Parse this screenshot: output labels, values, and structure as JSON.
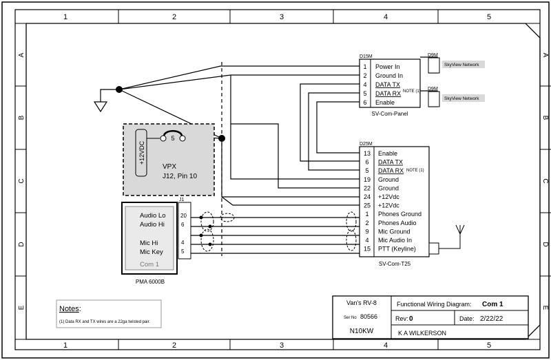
{
  "border": {
    "columns": [
      "1",
      "2",
      "3",
      "4",
      "5"
    ],
    "rows": [
      "A",
      "B",
      "C",
      "D",
      "E"
    ]
  },
  "panel_connector": {
    "ref": "D15M",
    "name": "SV-Com-Panel",
    "pins": [
      {
        "num": "1",
        "label": "Power In",
        "underline": false
      },
      {
        "num": "2",
        "label": "Ground In",
        "underline": false
      },
      {
        "num": "4",
        "label": "DATA TX",
        "underline": true
      },
      {
        "num": "5",
        "label": "DATA RX",
        "underline": true
      },
      {
        "num": "6",
        "label": "Enable",
        "underline": false
      }
    ],
    "note": "NOTE (1)",
    "network_connectors": [
      "D9M",
      "D9M"
    ],
    "network_labels": [
      "SkyView Network",
      "SkyView Network"
    ]
  },
  "t25_connector": {
    "ref": "D25M",
    "name": "SV-Com-T25",
    "pins": [
      {
        "num": "13",
        "label": "Enable",
        "underline": false
      },
      {
        "num": "6",
        "label": "DATA TX",
        "underline": true
      },
      {
        "num": "5",
        "label": "DATA RX",
        "underline": true
      },
      {
        "num": "19",
        "label": "Ground",
        "underline": false
      },
      {
        "num": "22",
        "label": "Ground",
        "underline": false
      },
      {
        "num": "24",
        "label": "+12Vdc",
        "underline": false
      },
      {
        "num": "25",
        "label": "+12Vdc",
        "underline": false
      },
      {
        "num": "1",
        "label": "Phones Ground",
        "underline": false
      },
      {
        "num": "2",
        "label": "Phones Audio",
        "underline": false
      },
      {
        "num": "9",
        "label": "Mic Ground",
        "underline": false
      },
      {
        "num": "4",
        "label": "Mic Audio In",
        "underline": false
      },
      {
        "num": "15",
        "label": "PTT (Keyline)",
        "underline": false
      }
    ],
    "note": "NOTE (1)"
  },
  "vpx": {
    "supply": "+12VDC",
    "fuse": "5",
    "title": "VPX",
    "subtitle": "J12, Pin 10"
  },
  "pma": {
    "connector": "J1",
    "labels": [
      "Audio Lo",
      "Audio Hi",
      "Mic Hi",
      "Mic Key",
      "Com 1"
    ],
    "pins": [
      "20",
      "6",
      "4",
      "5"
    ],
    "name": "PMA 6000B"
  },
  "notes": {
    "heading": "Notes",
    "colon": ":",
    "text": "(1) Data RX and TX wires are a 22ga twisted pair."
  },
  "title_block": {
    "aircraft": "Van's RV-8",
    "serial_label": "Ser No",
    "serial": "80566",
    "registration": "N10KW",
    "title_label": "Functional Wiring Diagram:",
    "title_value": "Com 1",
    "rev_label": "Rev:",
    "rev_value": "0",
    "date_label": "Date:",
    "date_value": "2/22/22",
    "author": "K A WILKERSON"
  }
}
